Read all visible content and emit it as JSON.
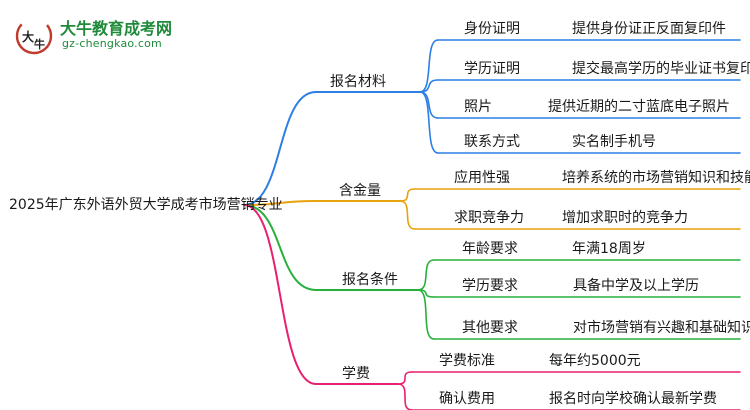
{
  "logo": {
    "brand": "大牛教育成考网",
    "site": "gz-chengkao.com",
    "mark_text": "大牛"
  },
  "root": "2025年广东外语外贸大学成考市场营销专业",
  "branches": [
    {
      "label": "报名材料",
      "color": "#2d7fe6",
      "items": [
        {
          "label": "身份证明",
          "value": "提供身份证正反面复印件"
        },
        {
          "label": "学历证明",
          "value": "提交最高学历的毕业证书复印件"
        },
        {
          "label": "照片",
          "value": "提供近期的二寸蓝底电子照片"
        },
        {
          "label": "联系方式",
          "value": "实名制手机号"
        }
      ]
    },
    {
      "label": "含金量",
      "color": "#e8a20c",
      "items": [
        {
          "label": "应用性强",
          "value": "培养系统的市场营销知识和技能"
        },
        {
          "label": "求职竞争力",
          "value": "增加求职时的竞争力"
        }
      ]
    },
    {
      "label": "报名条件",
      "color": "#27b03c",
      "items": [
        {
          "label": "年龄要求",
          "value": "年满18周岁"
        },
        {
          "label": "学历要求",
          "value": "具备中学及以上学历"
        },
        {
          "label": "其他要求",
          "value": "对市场营销有兴趣和基础知识"
        }
      ]
    },
    {
      "label": "学费",
      "color": "#e8206f",
      "items": [
        {
          "label": "学费标准",
          "value": "每年约5000元"
        },
        {
          "label": "确认费用",
          "value": "报名时向学校确认最新学费"
        }
      ]
    }
  ]
}
